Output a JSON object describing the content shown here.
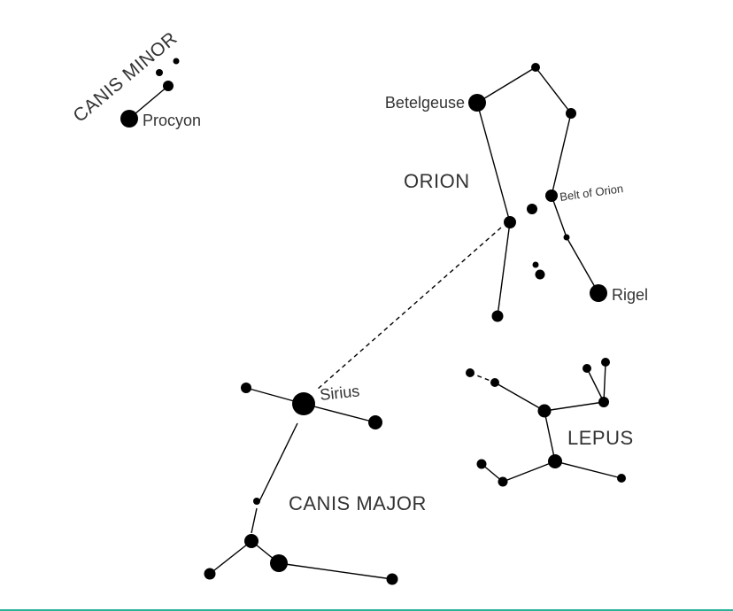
{
  "labels": {
    "canis_minor": "CANIS MINOR",
    "procyon": "Procyon",
    "betelgeuse": "Betelgeuse",
    "orion": "ORION",
    "belt_of_orion": "Belt of Orion",
    "rigel": "Rigel",
    "sirius": "Sirius",
    "lepus": "LEPUS",
    "canis_major": "CANIS MAJOR"
  },
  "colors": {
    "ink": "#000000",
    "label": "#333333",
    "border": "#2bb39a"
  }
}
